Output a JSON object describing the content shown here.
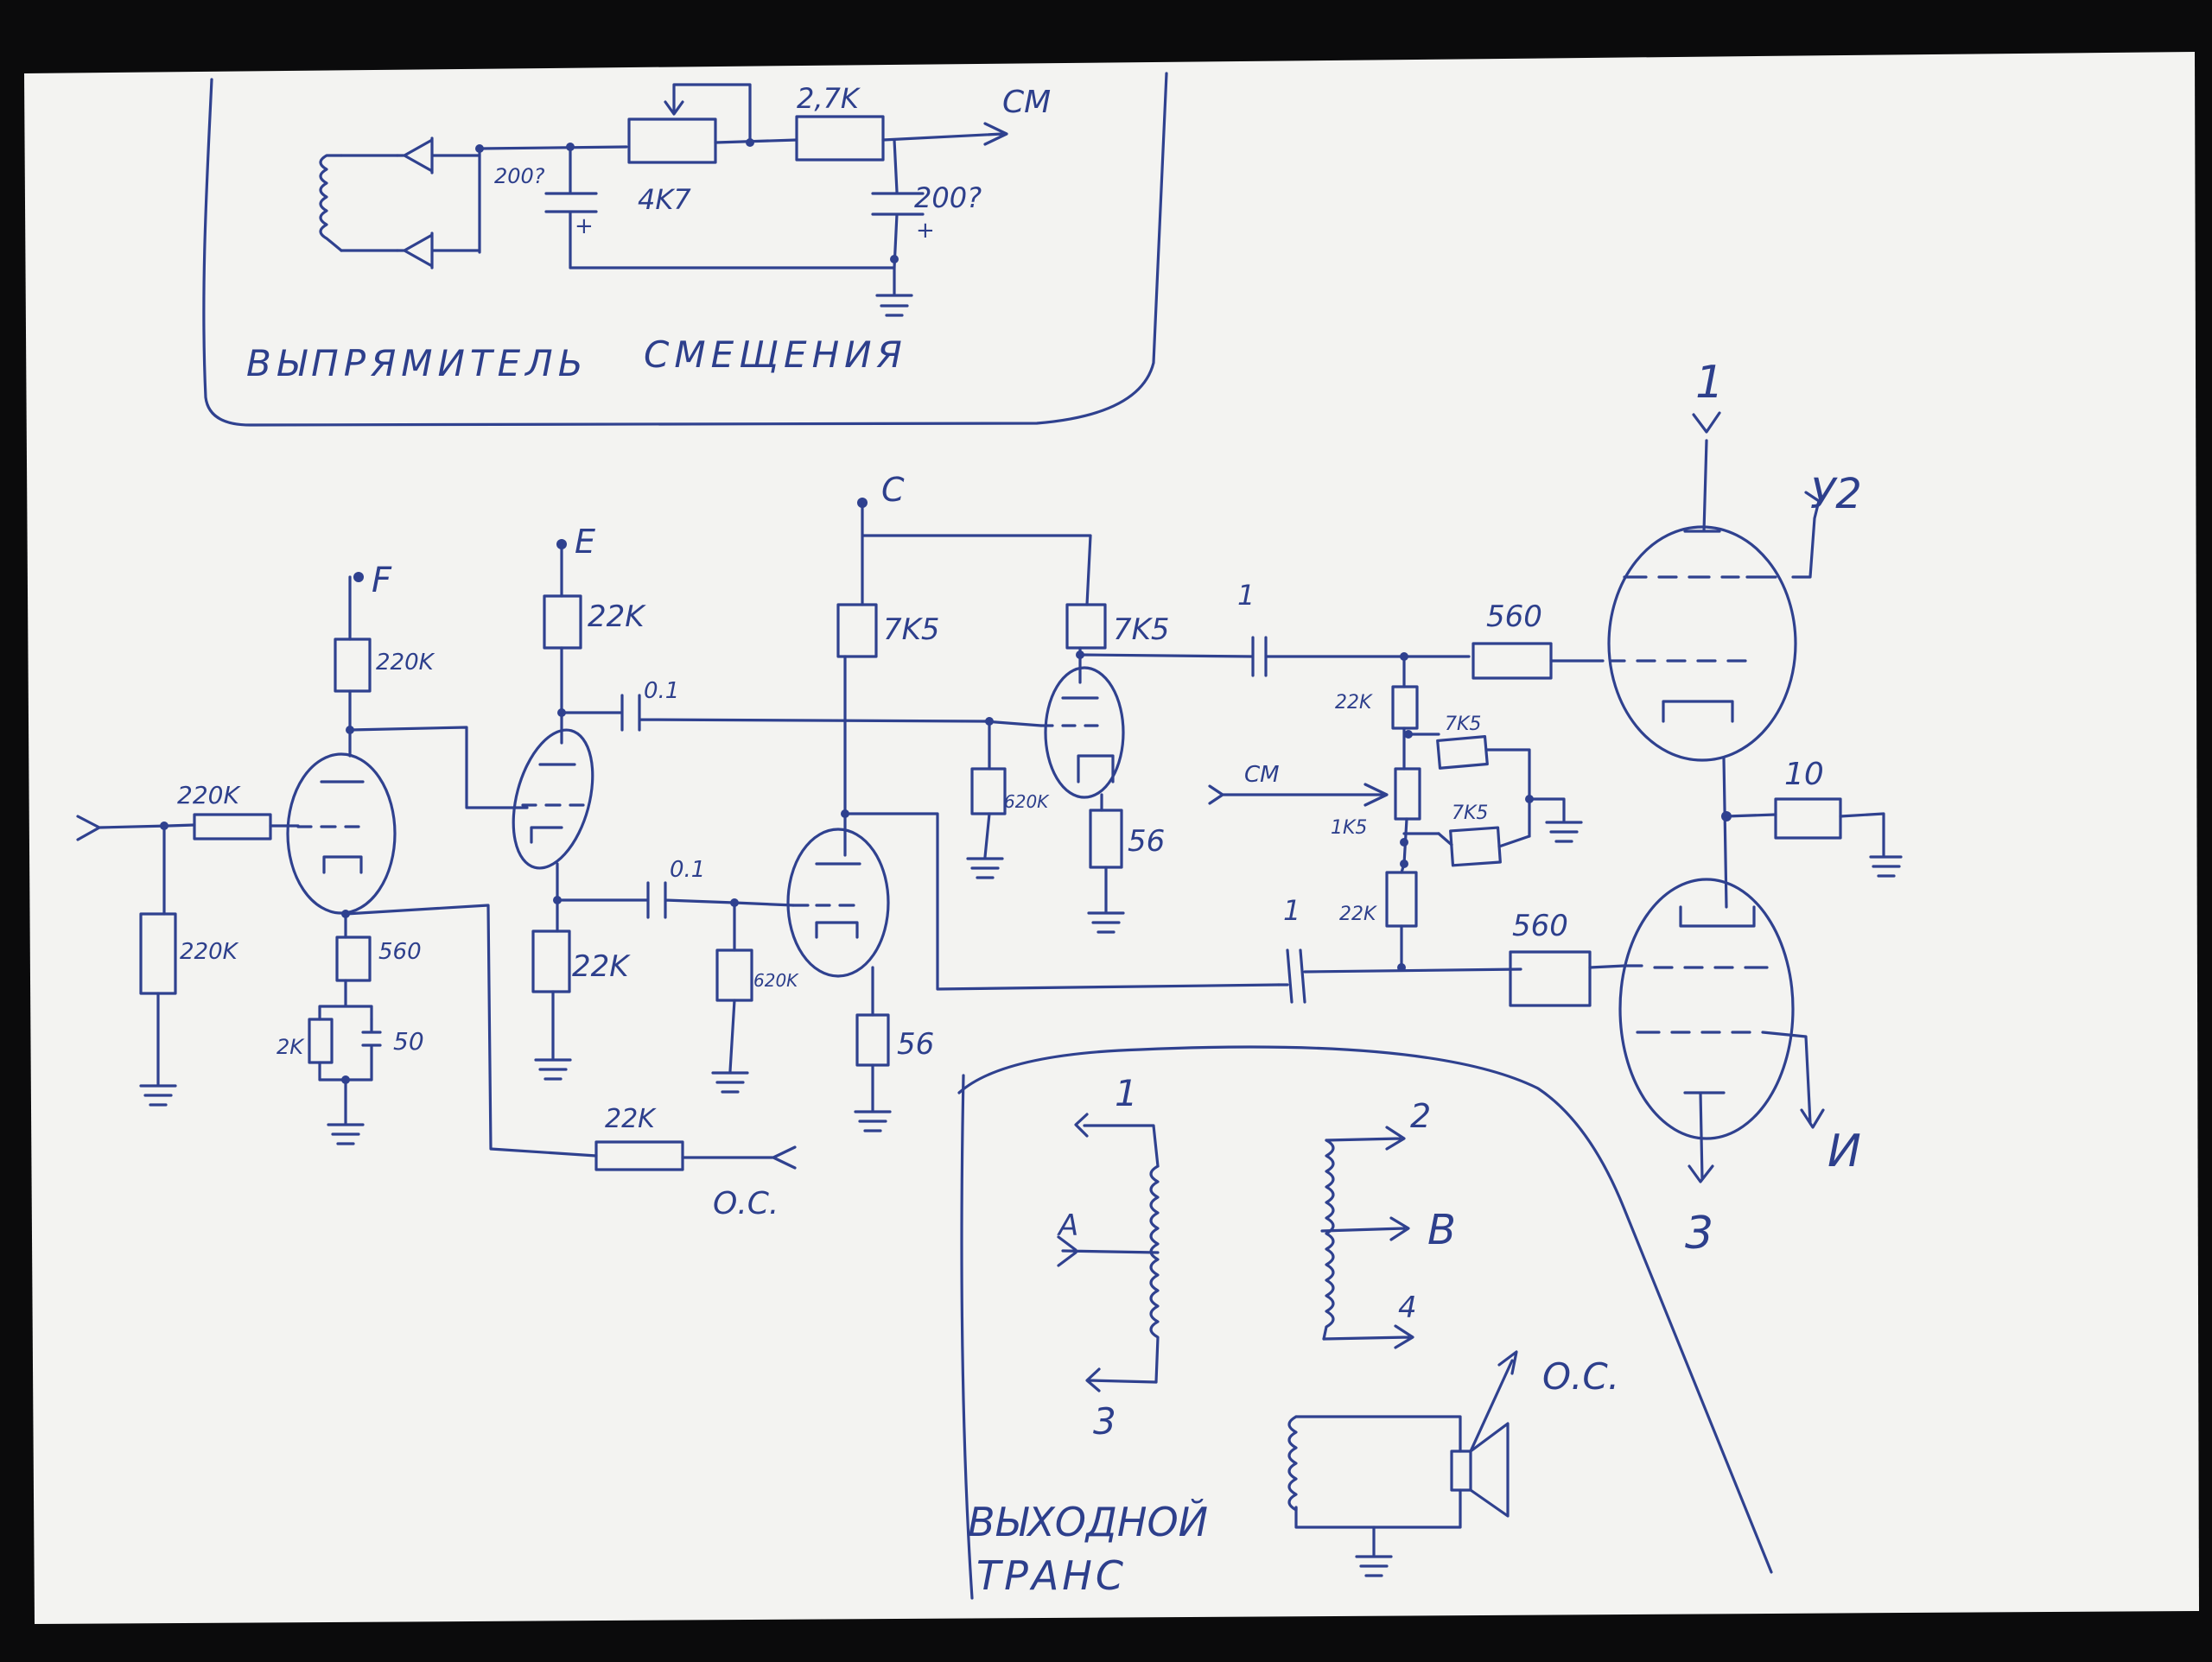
{
  "colors": {
    "ink": "#2f418f",
    "paper": "#f3f3f1",
    "background": "#0b0b0c"
  },
  "rectifier": {
    "labels": {
      "cap1": "200?",
      "pot": "4K7",
      "res": "2,7K",
      "out": "CM",
      "cap2": "200?",
      "plus1": "+",
      "plus2": "+",
      "title1": "ВЫПРЯМИТЕЛЬ",
      "title2": "СМЕЩЕНИЯ"
    }
  },
  "nodes": {
    "f": "F",
    "e": "E",
    "c": "C",
    "cm": "CM",
    "os1": "О.С.",
    "n1": "1",
    "n2": "2",
    "n3": "3",
    "ni": "И",
    "n_y2": "У2"
  },
  "components": {
    "r_in": "220K",
    "r_gnd": "220K",
    "r_f": "220K",
    "r_k1": "560",
    "r_k1b": "2K",
    "c_k1": "50",
    "r_e": "22K",
    "c_01a": "0.1",
    "r_e2": "22K",
    "c_01b": "0.1",
    "r_g3": "620K",
    "r_c1": "7K5",
    "r_c2": "7K5",
    "r_k3": "56",
    "r_g4": "620K",
    "r_k4": "56",
    "r_fb": "22K",
    "c1": "1",
    "c2": "1",
    "r_560a": "560",
    "r_560b": "560",
    "r_22a": "22K",
    "r_22b": "22K",
    "r_1k5": "1K5",
    "r_7k5a": "7K5",
    "r_7k5b": "7K5",
    "r_10": "10",
    "cm_in": "CM"
  },
  "transformer": {
    "l1": "1",
    "lA": "A",
    "l3": "3",
    "l2": "2",
    "lB": "B",
    "l4": "4",
    "los": "О.С.",
    "title1": "ВЫХОДНОЙ",
    "title2": "ТРАНС"
  }
}
